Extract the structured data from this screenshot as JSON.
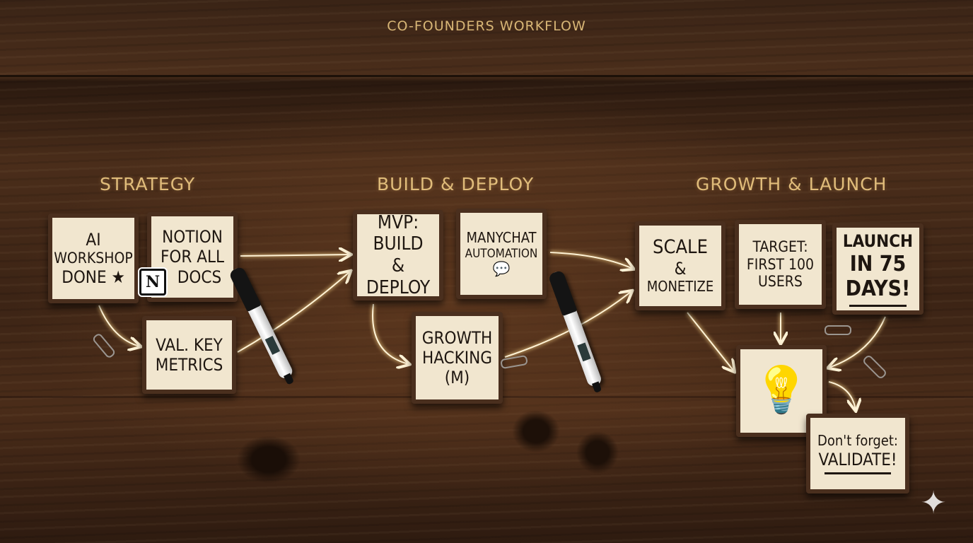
{
  "title": "CO-FOUNDERS WORKFLOW",
  "sections": {
    "strategy": "STRATEGY",
    "build": "BUILD & DEPLOY",
    "growth": "GROWTH & LAUNCH"
  },
  "notes": {
    "ai_workshop": [
      "AI",
      "WORKSHOP",
      "DONE ★"
    ],
    "notion": [
      "NOTION",
      "FOR ALL",
      "DOCS"
    ],
    "val_metrics": [
      "VAL. KEY",
      "METRICS"
    ],
    "mvp": [
      "MVP:",
      "BUILD",
      "&",
      "DEPLOY"
    ],
    "manychat": [
      "MANYCHAT",
      "AUTOMATION",
      "💬"
    ],
    "growth_hacking": [
      "GROWTH",
      "HACKING",
      "(M)"
    ],
    "scale": [
      "SCALE",
      "&",
      "MONETIZE"
    ],
    "target": [
      "TARGET:",
      "FIRST 100",
      "USERS"
    ],
    "launch": [
      "LAUNCH",
      "IN 75",
      "DAYS!"
    ],
    "idea": "💡",
    "validate": [
      "Don't forget:",
      "VALIDATE!"
    ]
  },
  "notion_logo": "N",
  "colors": {
    "heading": "#e0bc7a",
    "note": "#f1e6cf",
    "arrow": "#fff3d6"
  }
}
